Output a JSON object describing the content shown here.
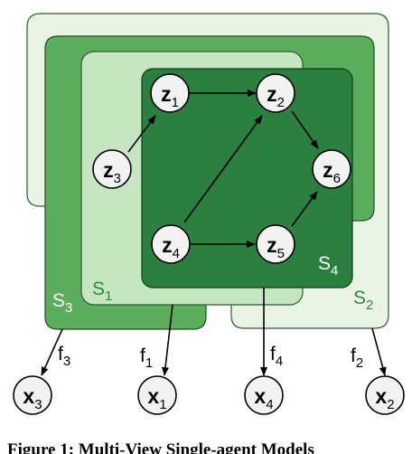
{
  "colors": {
    "s2_fill": "#e8f3e4",
    "s3_fill": "#5aae5c",
    "s1_fill": "#c5e6c0",
    "s4_fill": "#2b8040",
    "node_fill": "#f2f2f2",
    "edge": "#000000",
    "label_light": "#ffffff",
    "label_green": "#2e8a3c"
  },
  "nodes": {
    "z1": {
      "base": "z",
      "sub": "1"
    },
    "z2": {
      "base": "z",
      "sub": "2"
    },
    "z3": {
      "base": "z",
      "sub": "3"
    },
    "z4": {
      "base": "z",
      "sub": "4"
    },
    "z5": {
      "base": "z",
      "sub": "5"
    },
    "z6": {
      "base": "z",
      "sub": "6"
    },
    "x1": {
      "base": "x",
      "sub": "1"
    },
    "x2": {
      "base": "x",
      "sub": "2"
    },
    "x3": {
      "base": "x",
      "sub": "3"
    },
    "x4": {
      "base": "x",
      "sub": "4"
    }
  },
  "sets": {
    "s1": {
      "base": "S",
      "sub": "1"
    },
    "s2": {
      "base": "S",
      "sub": "2"
    },
    "s3": {
      "base": "S",
      "sub": "3"
    },
    "s4": {
      "base": "S",
      "sub": "4"
    }
  },
  "functions": {
    "f1": {
      "base": "f",
      "sub": "1"
    },
    "f2": {
      "base": "f",
      "sub": "2"
    },
    "f3": {
      "base": "f",
      "sub": "3"
    },
    "f4": {
      "base": "f",
      "sub": "4"
    }
  },
  "caption": "Figure 1: Multi-View Single-agent Models"
}
